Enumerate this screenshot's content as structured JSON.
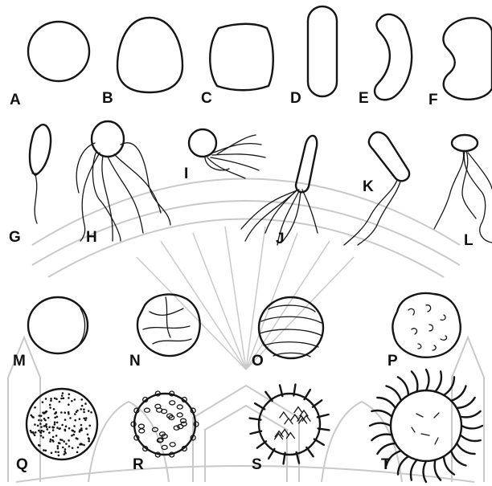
{
  "colors": {
    "ink": "#151515",
    "watermark": "#c9c9c9",
    "background": "#ffffff"
  },
  "figures": [
    {
      "id": "A",
      "label": "A",
      "shape": "sphere"
    },
    {
      "id": "B",
      "label": "B",
      "shape": "ovoid"
    },
    {
      "id": "C",
      "label": "C",
      "shape": "rounded-square"
    },
    {
      "id": "D",
      "label": "D",
      "shape": "rod"
    },
    {
      "id": "E",
      "label": "E",
      "shape": "curved-rod"
    },
    {
      "id": "F",
      "label": "F",
      "shape": "kidney"
    },
    {
      "id": "G",
      "label": "G",
      "shape": "single-flagellum"
    },
    {
      "id": "H",
      "label": "H",
      "shape": "multiple-flagella"
    },
    {
      "id": "I",
      "label": "I",
      "shape": "tuft-flagella"
    },
    {
      "id": "J",
      "label": "J",
      "shape": "rod-polar-tuft"
    },
    {
      "id": "K",
      "label": "K",
      "shape": "rod-twisted-flagella"
    },
    {
      "id": "L",
      "label": "L",
      "shape": "disc-flagella"
    },
    {
      "id": "M",
      "label": "M",
      "shape": "smooth-spore"
    },
    {
      "id": "N",
      "label": "N",
      "shape": "wrinkled-spore"
    },
    {
      "id": "O",
      "label": "O",
      "shape": "striate-spore"
    },
    {
      "id": "P",
      "label": "P",
      "shape": "rugose-spore"
    },
    {
      "id": "Q",
      "label": "Q",
      "shape": "punctate-spore"
    },
    {
      "id": "R",
      "label": "R",
      "shape": "warty-spore"
    },
    {
      "id": "S",
      "label": "S",
      "shape": "spiny-spore"
    },
    {
      "id": "T",
      "label": "T",
      "shape": "hairy-spore"
    }
  ]
}
